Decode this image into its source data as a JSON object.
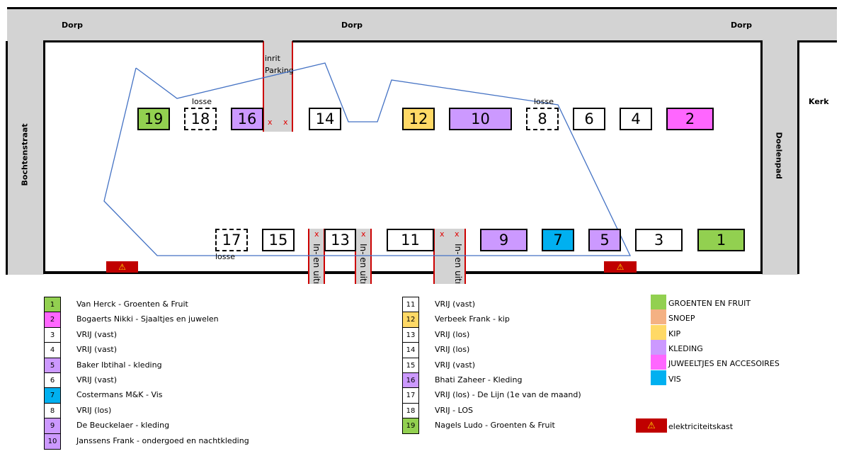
{
  "streets": {
    "top_left": "Dorp",
    "top_center": "Dorp",
    "top_right": "Dorp",
    "left": "Bochtenstraat",
    "right_vertical": "Doelenpad",
    "church": "Kerk"
  },
  "parking_label": "inrit Parking",
  "lane_label": "In- en uitrit",
  "x_mark": "x",
  "losse_label": "losse",
  "stands": {
    "s1": "1",
    "s2": "2",
    "s3": "3",
    "s4": "4",
    "s5": "5",
    "s6": "6",
    "s7": "7",
    "s8": "8",
    "s9": "9",
    "s10": "10",
    "s11": "11",
    "s12": "12",
    "s13": "13",
    "s14": "14",
    "s15": "15",
    "s16": "16",
    "s17": "17",
    "s18": "18",
    "s19": "19"
  },
  "colors": {
    "groenten": "#92d050",
    "snoep": "#f4b183",
    "kip": "#ffd966",
    "kleding": "#cc99ff",
    "juweel": "#ff66ff",
    "vis": "#00b0f0",
    "free": "#ffffff",
    "elec": "#c00000"
  },
  "legend_left": [
    {
      "num": "1",
      "text": "Van Herck - Groenten & Fruit",
      "color": "#92d050"
    },
    {
      "num": "2",
      "text": "Bogaerts Nikki - Sjaaltjes en juwelen",
      "color": "#ff66ff"
    },
    {
      "num": "3",
      "text": "VRIJ (vast)",
      "color": "#ffffff"
    },
    {
      "num": "4",
      "text": "VRIJ (vast)",
      "color": "#ffffff"
    },
    {
      "num": "5",
      "text": "Baker Ibtihal - kleding",
      "color": "#cc99ff"
    },
    {
      "num": "6",
      "text": "VRIJ (vast)",
      "color": "#ffffff"
    },
    {
      "num": "7",
      "text": "Costermans M&K - Vis",
      "color": "#00b0f0"
    },
    {
      "num": "8",
      "text": "VRIJ (los)",
      "color": "#ffffff"
    },
    {
      "num": "9",
      "text": "De Beuckelaer - kleding",
      "color": "#cc99ff"
    },
    {
      "num": "10",
      "text": "Janssens Frank - ondergoed en nachtkleding",
      "color": "#cc99ff"
    }
  ],
  "legend_mid": [
    {
      "num": "11",
      "text": "VRIJ (vast)",
      "color": "#ffffff"
    },
    {
      "num": "12",
      "text": "Verbeek Frank - kip",
      "color": "#ffd966"
    },
    {
      "num": "13",
      "text": "VRIJ (los)",
      "color": "#ffffff"
    },
    {
      "num": "14",
      "text": "VRIJ (los)",
      "color": "#ffffff"
    },
    {
      "num": "15",
      "text": "VRIJ (vast)",
      "color": "#ffffff"
    },
    {
      "num": "16",
      "text": "Bhati Zaheer - Kleding",
      "color": "#cc99ff"
    },
    {
      "num": "17",
      "text": "VRIJ (los) - De Lijn (1e van de maand)",
      "color": "#ffffff"
    },
    {
      "num": "18",
      "text": "VRIJ - LOS",
      "color": "#ffffff"
    },
    {
      "num": "19",
      "text": "Nagels Ludo - Groenten & Fruit",
      "color": "#92d050"
    }
  ],
  "legend_cat": [
    {
      "text": "GROENTEN EN FRUIT",
      "color": "#92d050"
    },
    {
      "text": "SNOEP",
      "color": "#f4b183"
    },
    {
      "text": "KIP",
      "color": "#ffd966"
    },
    {
      "text": "KLEDING",
      "color": "#cc99ff"
    },
    {
      "text": "JUWEELTJES EN ACCESOIRES",
      "color": "#ff66ff"
    },
    {
      "text": "VIS",
      "color": "#00b0f0"
    }
  ],
  "elec_label": "elektriciteitskast"
}
